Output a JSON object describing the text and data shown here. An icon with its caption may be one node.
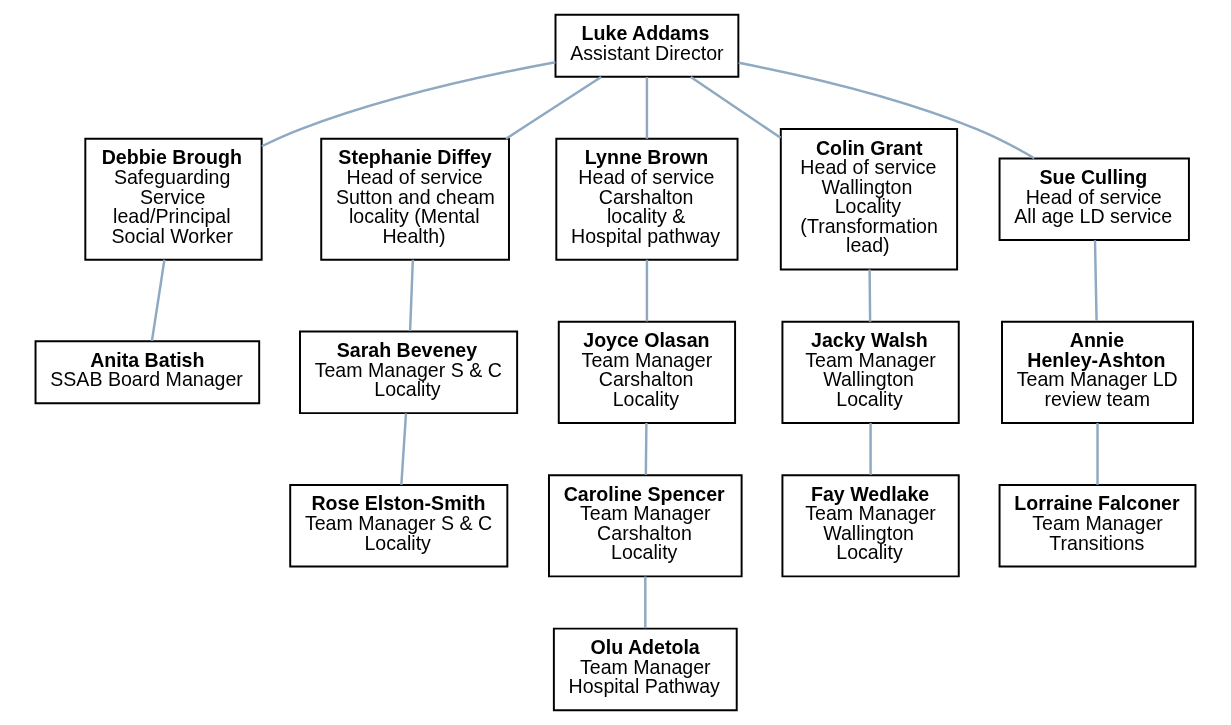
{
  "diagram": {
    "nodes": [
      {
        "text": [
          "Luke Addams",
          "Assistant Director"
        ]
      },
      {
        "text": [
          "Debbie Brough",
          "Safeguarding Service lead/Principal Social Worker"
        ]
      },
      {
        "text": [
          "Stephanie Diffey",
          "Head of service Sutton and cheam locality (Mental Health)"
        ]
      },
      {
        "text": [
          "Lynne Brown",
          "Head of service Carshalton locality & Hospital pathway"
        ]
      },
      {
        "text": [
          "Colin Grant",
          "Head of service Wallington Locality (Transformation lead)"
        ]
      },
      {
        "text": [
          "Sue Culling",
          "Head of service All age LD service"
        ]
      },
      {
        "text": [
          "Anita Batish",
          "SSAB Board Manager"
        ]
      },
      {
        "text": [
          "Sarah Beveney",
          "Team Manager S & C Locality"
        ]
      },
      {
        "text": [
          "Rose Elston-Smith",
          "Team Manager S & C Locality"
        ]
      },
      {
        "text": [
          "Joyce Olasan",
          "Team Manager Carshalton Locality"
        ]
      },
      {
        "text": [
          "Caroline Spencer",
          "Team Manager Carshalton Locality"
        ]
      },
      {
        "text": [
          "Olu Adetola",
          "Team Manager Hospital Pathway"
        ]
      },
      {
        "text": [
          "Jacky Walsh",
          "Team Manager Wallington Locality"
        ]
      },
      {
        "text": [
          "Fay Wedlake",
          "Team Manager Wallington Locality"
        ]
      },
      {
        "text": [
          "Annie Henley-Ashton",
          "Team Manager LD review team"
        ]
      },
      {
        "text": [
          "Lorraine Falconer",
          "Team Manager Transitions"
        ]
      }
    ],
    "edges": [
      {
        "from": 0,
        "to": 1,
        "arrow": "none"
      },
      {
        "from": 0,
        "to": 2,
        "arrow": "none"
      },
      {
        "from": 0,
        "to": 3,
        "arrow": "none"
      },
      {
        "from": 0,
        "to": 4,
        "arrow": "none"
      },
      {
        "from": 0,
        "to": 5,
        "arrow": "none"
      },
      {
        "from": 1,
        "to": 6,
        "arrow": "none"
      },
      {
        "from": 2,
        "to": 7,
        "arrow": "none"
      },
      {
        "from": 7,
        "to": 8,
        "arrow": "none"
      },
      {
        "from": 3,
        "to": 9,
        "arrow": "none"
      },
      {
        "from": 9,
        "to": 10,
        "arrow": "none"
      },
      {
        "from": 10,
        "to": 11,
        "arrow": "none"
      },
      {
        "from": 4,
        "to": 12,
        "arrow": "none"
      },
      {
        "from": 12,
        "to": 13,
        "arrow": "none"
      },
      {
        "from": 5,
        "to": 14,
        "arrow": "none"
      },
      {
        "from": 14,
        "to": 15,
        "arrow": "none"
      }
    ]
  }
}
